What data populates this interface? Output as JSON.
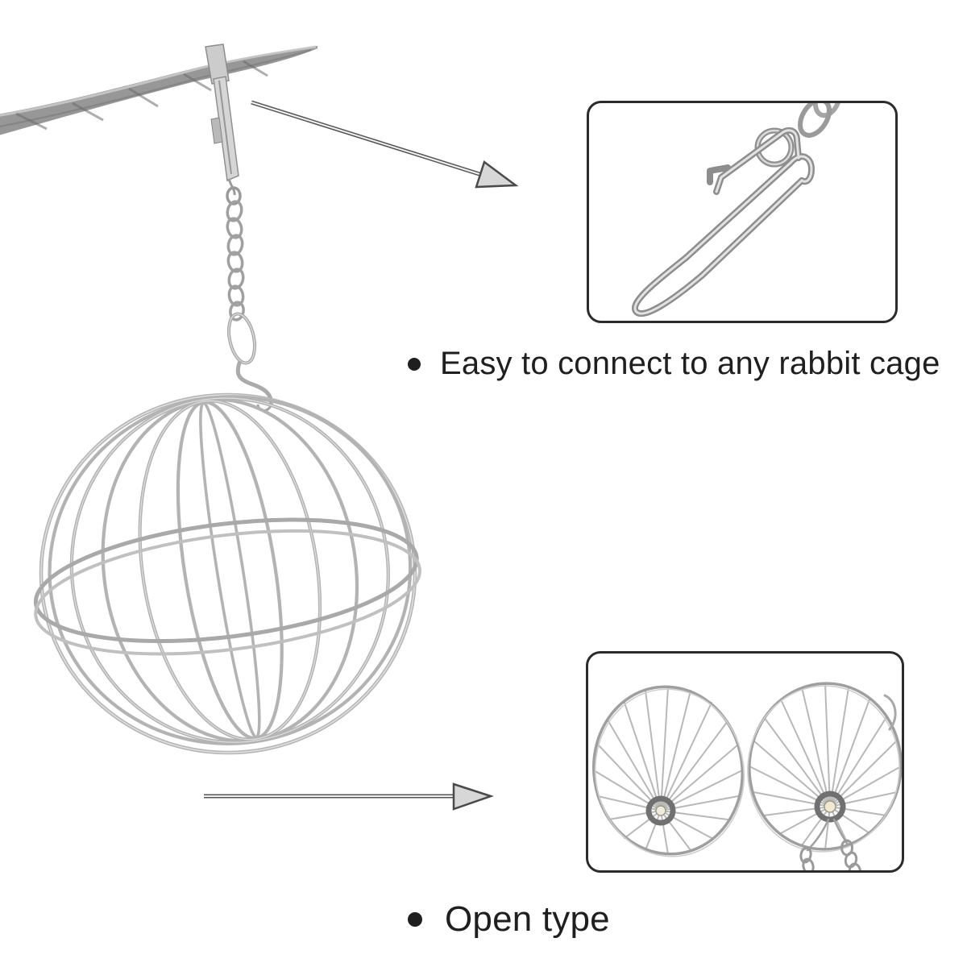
{
  "page": {
    "background": "#ffffff"
  },
  "features": {
    "connect": {
      "label": "Easy to connect to any rabbit cage"
    },
    "open": {
      "label": "Open type"
    }
  },
  "icons": {
    "arrow_top": "arrow-to-clip-closeup",
    "arrow_bottom": "arrow-to-open-type-closeup"
  },
  "colors": {
    "text": "#1f1f1f",
    "inset_border": "#2b2b2b",
    "metal_light": "#dedede",
    "metal_mid": "#a8a8a8",
    "metal_dark": "#8a8a8a",
    "arrow_fill": "#d7d7d7",
    "arrow_outline": "#4a4a4a"
  }
}
